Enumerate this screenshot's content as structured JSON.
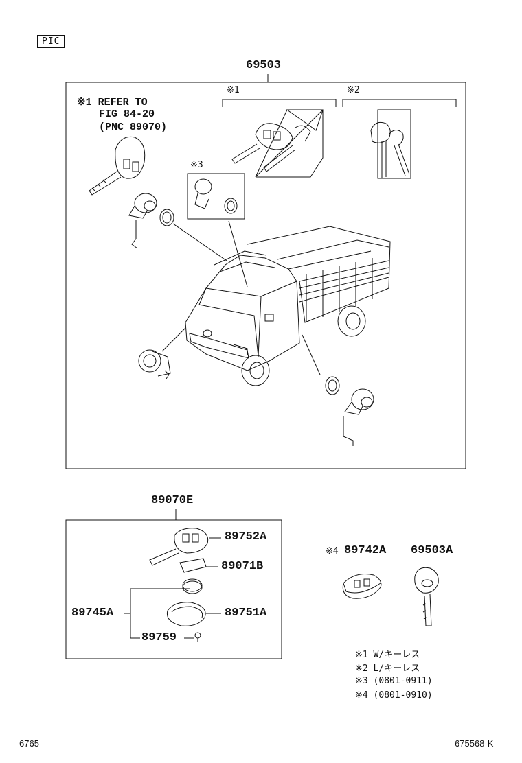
{
  "pic_label": "PIC",
  "main_part": "69503",
  "refer_note": [
    "※1 REFER TO",
    "FIG 84-20",
    "(PNC 89070)"
  ],
  "group_marks": {
    "g1": "※1",
    "g2": "※2",
    "g3": "※3"
  },
  "sub_kit": {
    "title": "89070E",
    "parts": [
      "89752A",
      "89071B",
      "89745A",
      "89751A",
      "89759"
    ]
  },
  "extra_parts": {
    "mark4": "※4",
    "p1": "89742A",
    "p2": "69503A"
  },
  "legend": [
    "※1 W/キーレス",
    "※2 L/キーレス",
    "※3 (0801-0911)",
    "※4 (0801-0910)"
  ],
  "footer": {
    "left": "6765",
    "right": "675568-K"
  }
}
